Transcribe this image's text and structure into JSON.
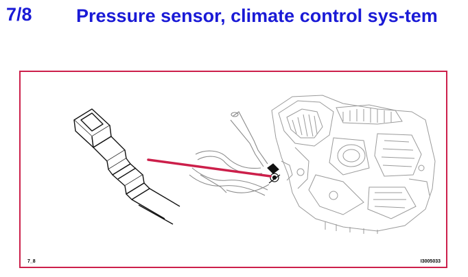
{
  "section": {
    "number": "7/8",
    "title": "Pressure sensor, climate control sys-tem"
  },
  "figure": {
    "label_left": "7_8",
    "label_right": "I3005033",
    "colors": {
      "frame": "#cc1f4a",
      "pointer": "#cc1f4a",
      "heading": "#1a1ad6"
    }
  }
}
